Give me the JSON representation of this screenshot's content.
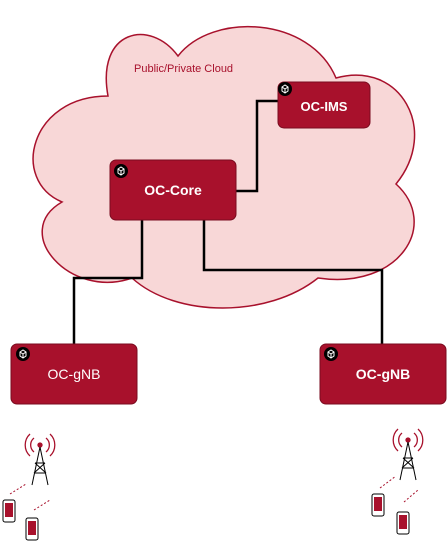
{
  "cloud": {
    "label": "Public/Private Cloud",
    "fill": "#f8d7d7",
    "stroke": "#a8112c",
    "text_color": "#a8112c"
  },
  "nodes": {
    "core": {
      "label": "OC-Core"
    },
    "ims": {
      "label": "OC-IMS"
    },
    "gnb_left": {
      "label": "OC-gNB"
    },
    "gnb_right": {
      "label": "OC-gNB"
    }
  },
  "colors": {
    "node_fill": "#a8112c",
    "node_stroke": "#7a0b1f",
    "link": "#000000",
    "radio": "#a8112c"
  },
  "icons": [
    "cube-icon",
    "cell-tower-icon",
    "mobile-phone-icon",
    "signal-arrows-icon"
  ]
}
